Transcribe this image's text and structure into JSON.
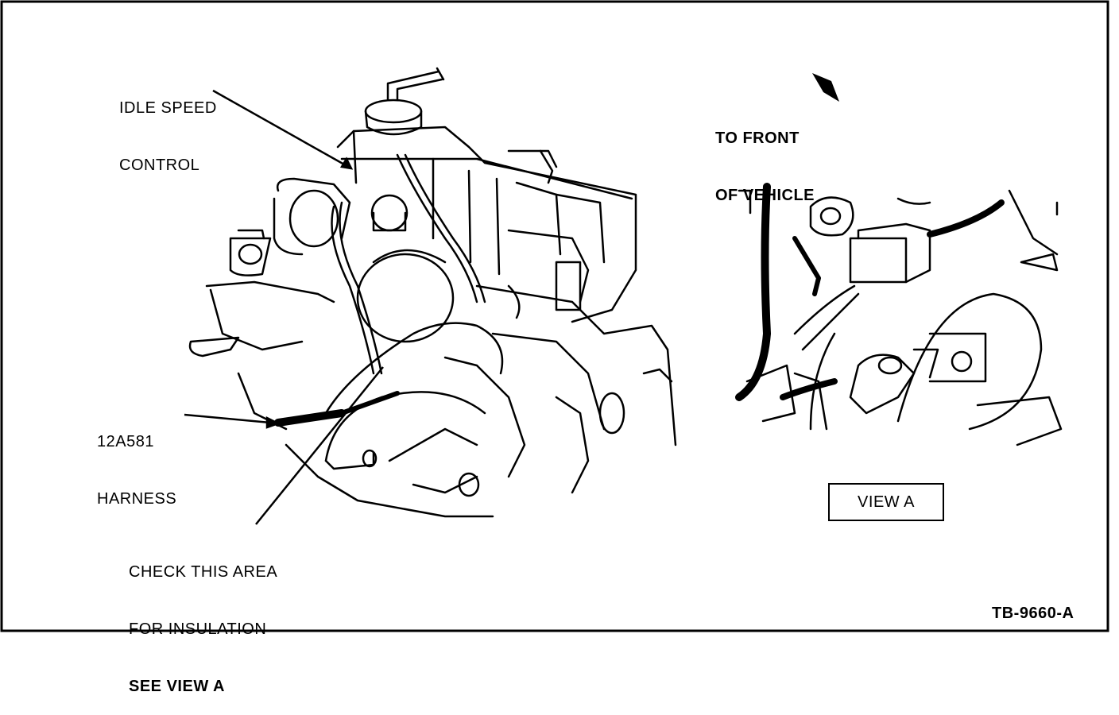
{
  "labels": {
    "idle_speed_control": [
      "IDLE SPEED",
      "CONTROL"
    ],
    "front_of_vehicle": [
      "TO FRONT",
      "OF VEHICLE"
    ],
    "harness": [
      "12A581",
      "HARNESS"
    ],
    "check_area": [
      "CHECK THIS AREA",
      "FOR INSULATION",
      "SEE VIEW A"
    ],
    "view_a_box": "VIEW A",
    "figure_id": "TB-9660-A"
  },
  "colors": {
    "ink": "#000000",
    "paper": "#ffffff"
  },
  "icons": [
    "front-direction-arrow-icon"
  ]
}
